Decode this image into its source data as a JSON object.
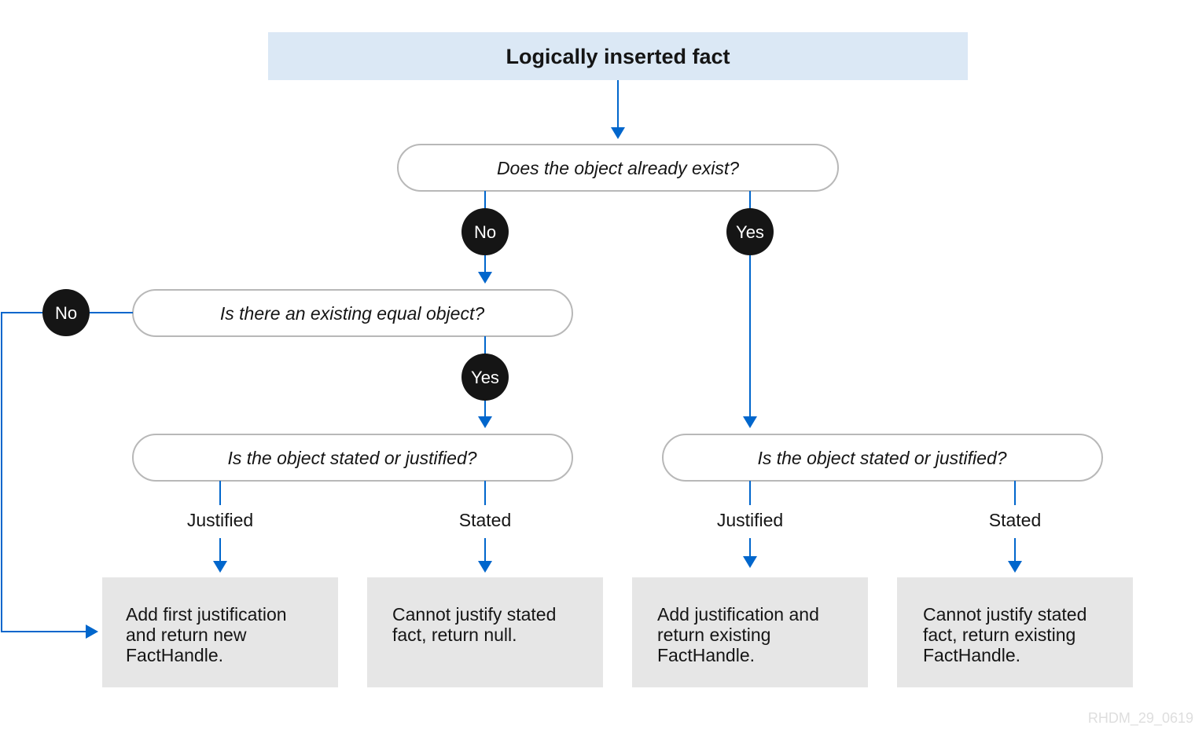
{
  "title": "Logically inserted fact",
  "questions": {
    "q1": "Does the object already exist?",
    "q2": "Is there an existing equal object?",
    "q3": "Is the object stated or justified?",
    "q4": "Is the object stated or justified?"
  },
  "badges": {
    "no_q1": "No",
    "yes_q1": "Yes",
    "no_q2": "No",
    "yes_q2": "Yes"
  },
  "branch_labels": {
    "q3_justified": "Justified",
    "q3_stated": "Stated",
    "q4_justified": "Justified",
    "q4_stated": "Stated"
  },
  "results": {
    "r1": [
      "Add first justification",
      "and return new",
      "FactHandle."
    ],
    "r2": [
      "Cannot justify stated",
      "fact, return null."
    ],
    "r3": [
      "Add justification and",
      "return existing",
      "FactHandle."
    ],
    "r4": [
      "Cannot justify stated",
      "fact, return existing",
      "FactHandle."
    ]
  },
  "watermark": "RHDM_29_0619",
  "colors": {
    "title_bg": "#dbe8f5",
    "arrow": "#0066cc",
    "badge": "#151515",
    "result_bg": "#e6e6e6",
    "pill_border": "#b8b8b8"
  }
}
